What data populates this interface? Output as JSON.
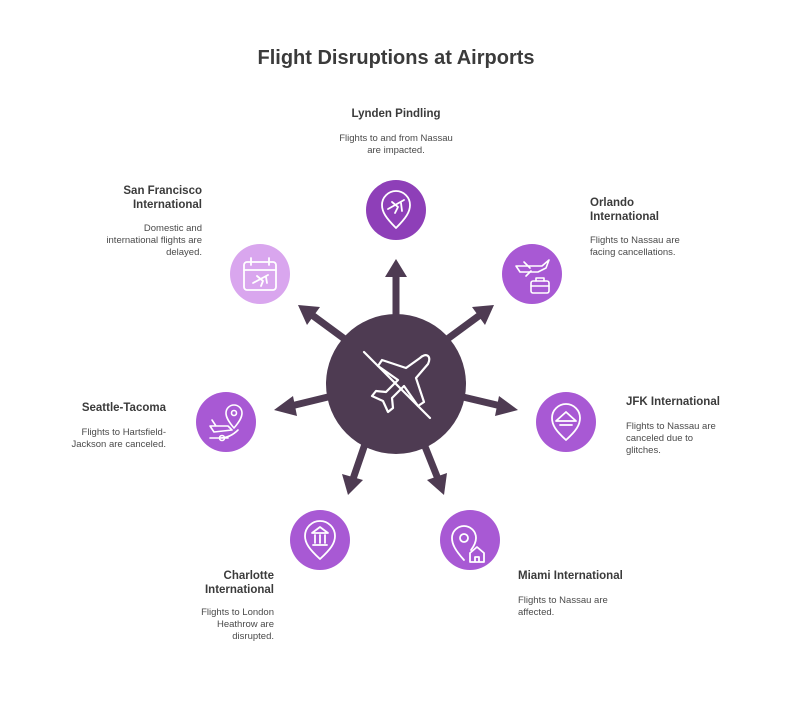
{
  "title": "Flight Disruptions at Airports",
  "colors": {
    "hub": "#4e3b52",
    "dark_purple": "#8e3fb8",
    "mid_purple": "#a859d4",
    "light_purple": "#d9a6ee",
    "arrow": "#4e3b52"
  },
  "hub": {
    "icon": "airplane-off-icon"
  },
  "nodes": [
    {
      "key": "lynden",
      "label": "Lynden Pindling",
      "desc": "Flights to and from Nassau are impacted.",
      "icon": "airplane-location-pin-icon",
      "color": "dark_purple"
    },
    {
      "key": "orlando",
      "label": "Orlando International",
      "desc": "Flights to Nassau are facing cancellations.",
      "icon": "plane-luggage-icon",
      "color": "mid_purple"
    },
    {
      "key": "jfk",
      "label": "JFK International",
      "desc": "Flights to Nassau are canceled due to glitches.",
      "icon": "airport-terminal-pin-icon",
      "color": "mid_purple"
    },
    {
      "key": "miami",
      "label": "Miami International",
      "desc": "Flights to Nassau are affected.",
      "icon": "location-home-icon",
      "color": "mid_purple"
    },
    {
      "key": "charlotte",
      "label": "Charlotte International",
      "desc": "Flights to London Heathrow are disrupted.",
      "icon": "bank-location-pin-icon",
      "color": "mid_purple"
    },
    {
      "key": "seattle",
      "label": "Seattle-Tacoma",
      "desc": "Flights to Hartsfield-Jackson are canceled.",
      "icon": "plane-route-pin-icon",
      "color": "mid_purple"
    },
    {
      "key": "sanfrancisco",
      "label": "San Francisco International",
      "desc": "Domestic and international flights are delayed.",
      "icon": "calendar-plane-icon",
      "color": "light_purple"
    }
  ]
}
